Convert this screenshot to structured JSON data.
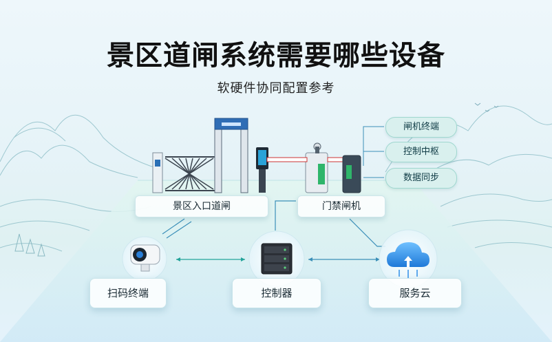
{
  "header": {
    "title": "景区道闸系统需要哪些设备",
    "subtitle": "软硬件协同配置参考"
  },
  "side_functions": [
    "闸机终端",
    "控制中枢",
    "数据同步"
  ],
  "gate_group_labels": {
    "entrance_gate": "景区入口道闸",
    "access_gate": "门禁闸机"
  },
  "nodes": {
    "scanner": "扫码终端",
    "controller": "控制器",
    "cloud": "服务云"
  },
  "colors": {
    "accent_teal": "#23a39a",
    "line_blue": "#3b8fb8",
    "cloud_blue": "#2f8ee8"
  }
}
